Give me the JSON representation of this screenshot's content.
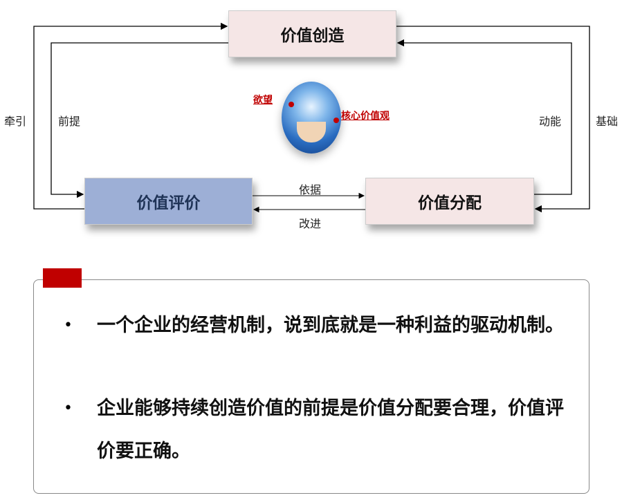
{
  "diagram": {
    "create": "价值创造",
    "evaluate": "价值评价",
    "distribute": "价值分配",
    "left_outer": "牵引",
    "left_inner": "前提",
    "right_inner": "动能",
    "right_outer": "基础",
    "basis": "依据",
    "improve": "改进",
    "desire": "欲望",
    "core_values": "核心价值观",
    "colors": {
      "create_bg": "#f5e6e6",
      "evaluate_bg": "#9dafd6",
      "distribute_bg": "#f5e6e6",
      "accent": "#c00000"
    }
  },
  "panel": {
    "bullets": [
      "一个企业的经营机制，说到底就是一种利益的驱动机制。",
      "企业能够持续创造价值的前提是价值分配要合理，价值评价要正确。"
    ]
  }
}
